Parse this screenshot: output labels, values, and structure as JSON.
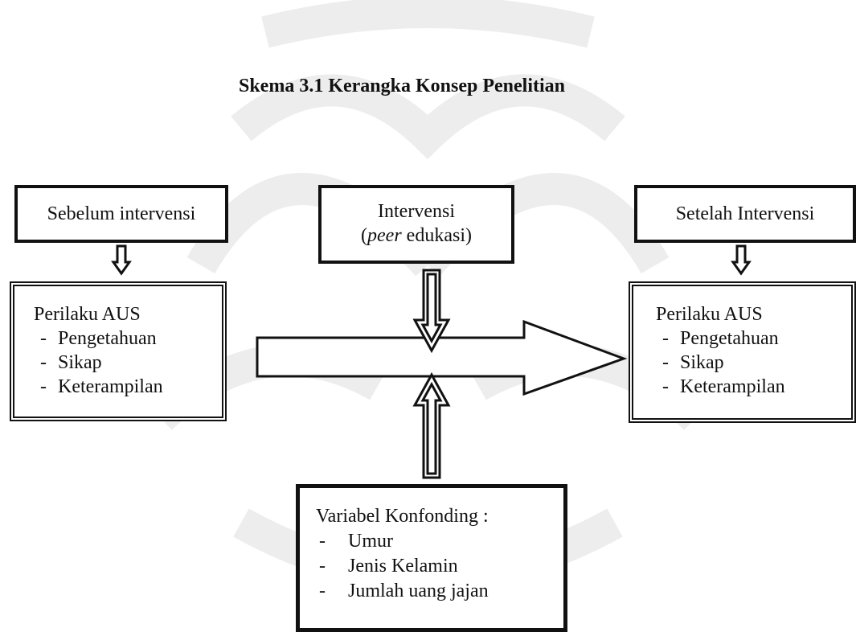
{
  "title": "Skema 3.1 Kerangka Konsep Penelitian",
  "before": {
    "label": "Sebelum intervensi"
  },
  "intervention": {
    "line1": "Intervensi",
    "line2_italic": "peer",
    "line2_rest": " edukasi)",
    "line2_open": "("
  },
  "after": {
    "label": "Setelah Intervensi"
  },
  "behavior_left": {
    "heading": "Perilaku AUS",
    "items": [
      "Pengetahuan",
      "Sikap",
      "Keterampilan"
    ]
  },
  "behavior_right": {
    "heading": "Perilaku AUS",
    "items": [
      "Pengetahuan",
      "Sikap",
      "Keterampilan"
    ]
  },
  "confounding": {
    "heading": "Variabel Konfonding :",
    "items": [
      "Umur",
      "Jenis Kelamin",
      "Jumlah uang jajan"
    ]
  }
}
